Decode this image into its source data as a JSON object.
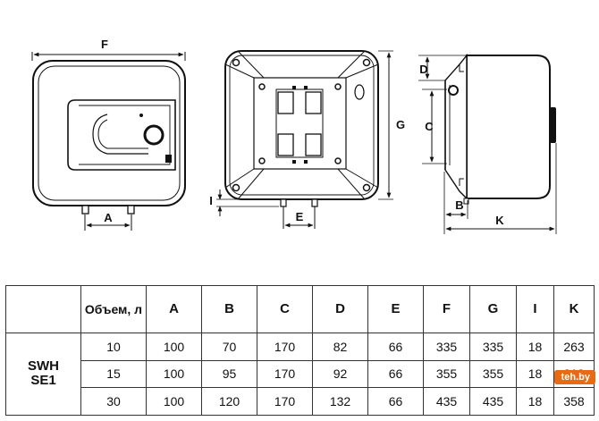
{
  "drawings": {
    "front": {
      "label_width": "F",
      "label_pipes": "A"
    },
    "back": {
      "label_height": "G",
      "label_pipe_offset": "I",
      "label_pipe_spacing": "E"
    },
    "side": {
      "label_top": "D",
      "label_bracket": "C",
      "label_base": "B",
      "label_depth": "K"
    }
  },
  "table": {
    "model": "SWH SE1",
    "volume_header": "Объем, л",
    "columns": [
      "A",
      "B",
      "C",
      "D",
      "E",
      "F",
      "G",
      "I",
      "K"
    ],
    "rows": [
      {
        "volume": "10",
        "values": [
          "100",
          "70",
          "170",
          "82",
          "66",
          "335",
          "335",
          "18",
          "263"
        ]
      },
      {
        "volume": "15",
        "values": [
          "100",
          "95",
          "170",
          "92",
          "66",
          "355",
          "355",
          "18",
          "313"
        ]
      },
      {
        "volume": "30",
        "values": [
          "100",
          "120",
          "170",
          "132",
          "66",
          "435",
          "435",
          "18",
          "358"
        ]
      }
    ]
  },
  "watermark": "teh.by"
}
